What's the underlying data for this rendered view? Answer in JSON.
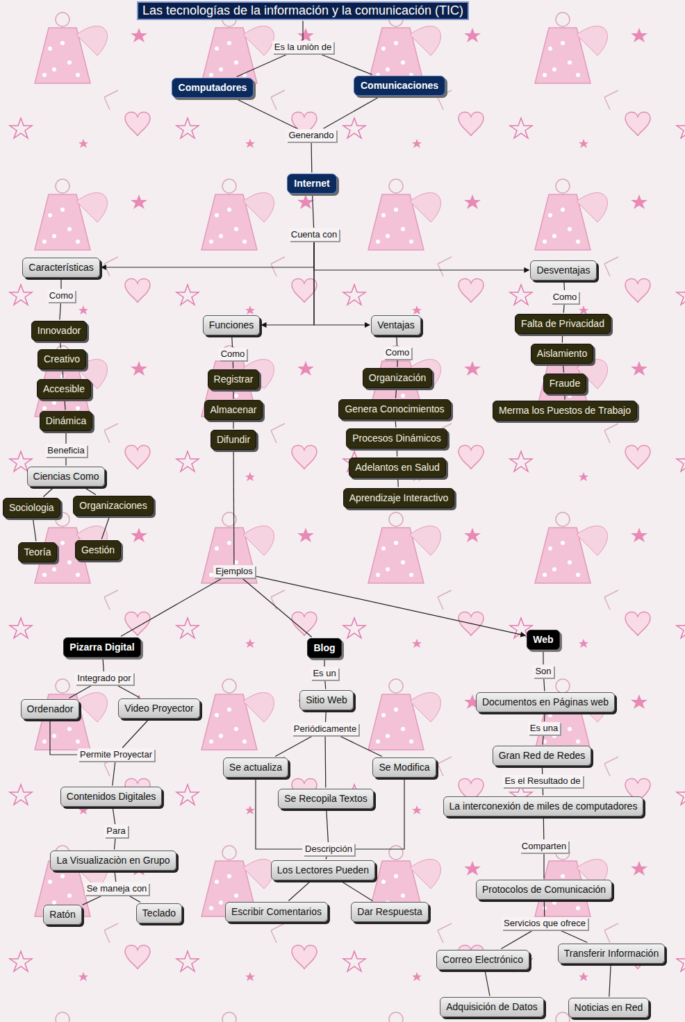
{
  "diagram": {
    "nodes": [
      {
        "text": [
          "Las tecnologías de la información y la comunicación (TIC)"
        ]
      },
      {
        "text": [
          "Es la uniòn de"
        ]
      },
      {
        "text": [
          "Computadores"
        ]
      },
      {
        "text": [
          "Comunicaciones"
        ]
      },
      {
        "text": [
          "Generando"
        ]
      },
      {
        "text": [
          "Internet"
        ]
      },
      {
        "text": [
          "Cuenta con"
        ]
      },
      {
        "text": [
          "Características"
        ]
      },
      {
        "text": [
          "Desventajas"
        ]
      },
      {
        "text": [
          "Como"
        ]
      },
      {
        "text": [
          "Innovador"
        ]
      },
      {
        "text": [
          "Creativo"
        ]
      },
      {
        "text": [
          "Accesible"
        ]
      },
      {
        "text": [
          "Dinámica"
        ]
      },
      {
        "text": [
          "Beneficia"
        ]
      },
      {
        "text": [
          "Ciencias Como"
        ]
      },
      {
        "text": [
          "Sociologia"
        ]
      },
      {
        "text": [
          "Organizaciones"
        ]
      },
      {
        "text": [
          "Teoría"
        ]
      },
      {
        "text": [
          "Gestión"
        ]
      },
      {
        "text": [
          "Funciones"
        ]
      },
      {
        "text": [
          "Como"
        ]
      },
      {
        "text": [
          "Registrar"
        ]
      },
      {
        "text": [
          "Almacenar"
        ]
      },
      {
        "text": [
          "Difundir"
        ]
      },
      {
        "text": [
          "Ventajas"
        ]
      },
      {
        "text": [
          "Como"
        ]
      },
      {
        "text": [
          "Organización"
        ]
      },
      {
        "text": [
          "Genera Conocimientos"
        ]
      },
      {
        "text": [
          "Procesos Dinámicos"
        ]
      },
      {
        "text": [
          "Adelantos en Salud"
        ]
      },
      {
        "text": [
          "Aprendizaje Interactivo"
        ]
      },
      {
        "text": [
          "Como"
        ]
      },
      {
        "text": [
          "Falta de Privacidad"
        ]
      },
      {
        "text": [
          "Aislamiento"
        ]
      },
      {
        "text": [
          "Fraude"
        ]
      },
      {
        "text": [
          "Merma los Puestos de Trabajo"
        ]
      },
      {
        "text": [
          "Ejemplos"
        ]
      },
      {
        "text": [
          "Pizarra Digital"
        ]
      },
      {
        "text": [
          "Blog"
        ]
      },
      {
        "text": [
          "Web"
        ]
      },
      {
        "text": [
          "Integrado por"
        ]
      },
      {
        "text": [
          "Ordenador"
        ]
      },
      {
        "text": [
          "Video Proyector"
        ]
      },
      {
        "text": [
          "Permite Proyectar"
        ]
      },
      {
        "text": [
          "Contenidos Digitales"
        ]
      },
      {
        "text": [
          "Para"
        ]
      },
      {
        "text": [
          "La Visualizaciòn en Grupo"
        ]
      },
      {
        "text": [
          "Se maneja con"
        ]
      },
      {
        "text": [
          "Ratón"
        ]
      },
      {
        "text": [
          "Teclado"
        ]
      },
      {
        "text": [
          "Es un"
        ]
      },
      {
        "text": [
          "Sitio Web"
        ]
      },
      {
        "text": [
          "Periódicamente"
        ]
      },
      {
        "text": [
          "Se actualiza"
        ]
      },
      {
        "text": [
          "Se Modifica"
        ]
      },
      {
        "text": [
          "Se Recopila Textos"
        ]
      },
      {
        "text": [
          "Descripción"
        ]
      },
      {
        "text": [
          "Los Lectores Pueden"
        ]
      },
      {
        "text": [
          "Escribir Comentarios"
        ]
      },
      {
        "text": [
          "Dar Respuesta"
        ]
      },
      {
        "text": [
          "Son"
        ]
      },
      {
        "text": [
          "Documentos en Páginas web"
        ]
      },
      {
        "text": [
          "Es una"
        ]
      },
      {
        "text": [
          "Gran Red de Redes"
        ]
      },
      {
        "text": [
          "Es el Resultado de"
        ]
      },
      {
        "text": [
          "La interconexión de miles de computadores"
        ]
      },
      {
        "text": [
          "Comparten"
        ]
      },
      {
        "text": [
          "Protocolos de Comunicación"
        ]
      },
      {
        "text": [
          "Servicios que ofrece"
        ]
      },
      {
        "text": [
          "Correo Electrónico"
        ]
      },
      {
        "text": [
          "Transferir Información"
        ]
      },
      {
        "text": [
          "Adquisición de Datos"
        ]
      },
      {
        "text": [
          "Noticias en Red"
        ]
      }
    ],
    "edges": [
      {
        "from": 0,
        "to": 1,
        "arrow": "none"
      },
      {
        "from": 1,
        "to": 2,
        "arrow": "none"
      },
      {
        "from": 1,
        "to": 3,
        "arrow": "none"
      },
      {
        "from": 2,
        "to": 4,
        "arrow": "none"
      },
      {
        "from": 3,
        "to": 4,
        "arrow": "none"
      },
      {
        "from": 4,
        "to": 5,
        "arrow": "none"
      },
      {
        "from": 5,
        "to": 6,
        "arrow": "none"
      },
      {
        "from": 6,
        "to": 7,
        "arrow": "to"
      },
      {
        "from": 6,
        "to": 8,
        "arrow": "to"
      },
      {
        "from": 6,
        "to": 20,
        "arrow": "to"
      },
      {
        "from": 6,
        "to": 25,
        "arrow": "to"
      },
      {
        "from": 7,
        "to": 9,
        "arrow": "none"
      },
      {
        "from": 9,
        "to": 10,
        "arrow": "none"
      },
      {
        "from": 10,
        "to": 11,
        "arrow": "none"
      },
      {
        "from": 11,
        "to": 12,
        "arrow": "none"
      },
      {
        "from": 12,
        "to": 13,
        "arrow": "none"
      },
      {
        "from": 13,
        "to": 14,
        "arrow": "none"
      },
      {
        "from": 14,
        "to": 15,
        "arrow": "none"
      },
      {
        "from": 15,
        "to": 16,
        "arrow": "none"
      },
      {
        "from": 15,
        "to": 17,
        "arrow": "none"
      },
      {
        "from": 16,
        "to": 18,
        "arrow": "none"
      },
      {
        "from": 17,
        "to": 19,
        "arrow": "none"
      },
      {
        "from": 20,
        "to": 21,
        "arrow": "none"
      },
      {
        "from": 21,
        "to": 22,
        "arrow": "none"
      },
      {
        "from": 22,
        "to": 23,
        "arrow": "none"
      },
      {
        "from": 23,
        "to": 24,
        "arrow": "none"
      },
      {
        "from": 24,
        "to": 37,
        "arrow": "none"
      },
      {
        "from": 25,
        "to": 26,
        "arrow": "none"
      },
      {
        "from": 26,
        "to": 27,
        "arrow": "none"
      },
      {
        "from": 27,
        "to": 28,
        "arrow": "none"
      },
      {
        "from": 28,
        "to": 29,
        "arrow": "none"
      },
      {
        "from": 29,
        "to": 30,
        "arrow": "none"
      },
      {
        "from": 30,
        "to": 31,
        "arrow": "none"
      },
      {
        "from": 8,
        "to": 32,
        "arrow": "none"
      },
      {
        "from": 32,
        "to": 33,
        "arrow": "none"
      },
      {
        "from": 33,
        "to": 34,
        "arrow": "none"
      },
      {
        "from": 34,
        "to": 35,
        "arrow": "none"
      },
      {
        "from": 35,
        "to": 36,
        "arrow": "none"
      },
      {
        "from": 37,
        "to": 38,
        "arrow": "none"
      },
      {
        "from": 37,
        "to": 39,
        "arrow": "none"
      },
      {
        "from": 37,
        "to": 40,
        "arrow": "to"
      },
      {
        "from": 38,
        "to": 41,
        "arrow": "none"
      },
      {
        "from": 41,
        "to": 42,
        "arrow": "none"
      },
      {
        "from": 41,
        "to": 43,
        "arrow": "none"
      },
      {
        "from": 42,
        "to": 44,
        "arrow": "none"
      },
      {
        "from": 43,
        "to": 44,
        "arrow": "none"
      },
      {
        "from": 44,
        "to": 45,
        "arrow": "none"
      },
      {
        "from": 45,
        "to": 46,
        "arrow": "none"
      },
      {
        "from": 46,
        "to": 47,
        "arrow": "none"
      },
      {
        "from": 47,
        "to": 48,
        "arrow": "none"
      },
      {
        "from": 48,
        "to": 49,
        "arrow": "none"
      },
      {
        "from": 48,
        "to": 50,
        "arrow": "none"
      },
      {
        "from": 39,
        "to": 51,
        "arrow": "none"
      },
      {
        "from": 51,
        "to": 52,
        "arrow": "none"
      },
      {
        "from": 52,
        "to": 53,
        "arrow": "none"
      },
      {
        "from": 53,
        "to": 54,
        "arrow": "none"
      },
      {
        "from": 53,
        "to": 55,
        "arrow": "none"
      },
      {
        "from": 53,
        "to": 56,
        "arrow": "none"
      },
      {
        "from": 54,
        "to": 57,
        "arrow": "none"
      },
      {
        "from": 55,
        "to": 57,
        "arrow": "none"
      },
      {
        "from": 56,
        "to": 57,
        "arrow": "none"
      },
      {
        "from": 57,
        "to": 58,
        "arrow": "none"
      },
      {
        "from": 58,
        "to": 59,
        "arrow": "none"
      },
      {
        "from": 58,
        "to": 60,
        "arrow": "none"
      },
      {
        "from": 40,
        "to": 61,
        "arrow": "none"
      },
      {
        "from": 61,
        "to": 62,
        "arrow": "none"
      },
      {
        "from": 62,
        "to": 63,
        "arrow": "none"
      },
      {
        "from": 63,
        "to": 64,
        "arrow": "none"
      },
      {
        "from": 64,
        "to": 65,
        "arrow": "none"
      },
      {
        "from": 65,
        "to": 66,
        "arrow": "none"
      },
      {
        "from": 66,
        "to": 67,
        "arrow": "none"
      },
      {
        "from": 67,
        "to": 68,
        "arrow": "none"
      },
      {
        "from": 68,
        "to": 69,
        "arrow": "none"
      },
      {
        "from": 69,
        "to": 70,
        "arrow": "none"
      },
      {
        "from": 69,
        "to": 71,
        "arrow": "none"
      },
      {
        "from": 70,
        "to": 72,
        "arrow": "none"
      },
      {
        "from": 71,
        "to": 73,
        "arrow": "none"
      }
    ]
  }
}
